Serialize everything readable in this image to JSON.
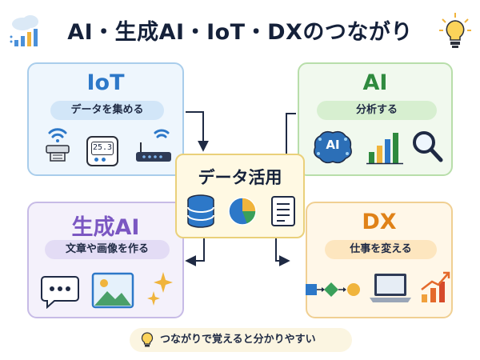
{
  "title": "AI・生成AI・IoT・DXのつながり",
  "hub": {
    "title": "データ活用"
  },
  "cards": {
    "iot": {
      "title": "IoT",
      "subtitle": "データを集める",
      "thermostat_reading": "25.3"
    },
    "ai": {
      "title": "AI",
      "subtitle": "分析する",
      "brain_label": "AI"
    },
    "gen": {
      "title": "生成AI",
      "subtitle": "文章や画像を作る"
    },
    "dx": {
      "title": "DX",
      "subtitle": "仕事を変える"
    }
  },
  "footer": {
    "tip": "つながりで覚えると分かりやすい"
  },
  "colors": {
    "iot": "#2d78c8",
    "ai": "#2f8a3e",
    "gen": "#7b57c2",
    "dx": "#e08218",
    "hub_bg": "#fff9e3",
    "hub_border": "#ead07a"
  },
  "icons": [
    "cloud-chart-icon",
    "lightbulb-icon",
    "wifi-icon",
    "sensor-icon",
    "thermostat-icon",
    "router-icon",
    "brain-icon",
    "bar-chart-icon",
    "magnifier-icon",
    "chat-bubble-icon",
    "image-icon",
    "sparkle-icon",
    "flowchart-icon",
    "laptop-icon",
    "growth-chart-icon",
    "database-icon",
    "pie-chart-icon",
    "document-icon"
  ]
}
